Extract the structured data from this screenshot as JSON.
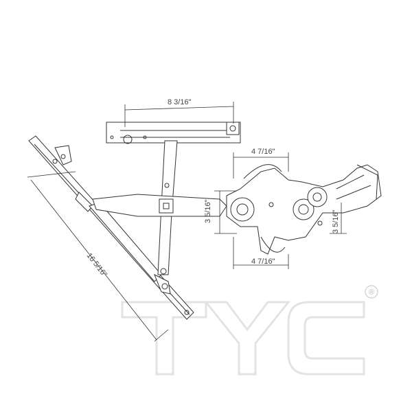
{
  "brand": {
    "logo_text": "TYC",
    "registered_mark": "®",
    "watermark_color": "#e3e3e3"
  },
  "dimensions": {
    "top_arm_width": "8 3/16\"",
    "rail_length": "16 5/16\"",
    "motor_top_width": "4 7/16\"",
    "motor_bottom_width": "4 7/16\"",
    "left_height": "3 5/16\"",
    "right_height": "3 5/16\""
  },
  "line_color": "#333333"
}
